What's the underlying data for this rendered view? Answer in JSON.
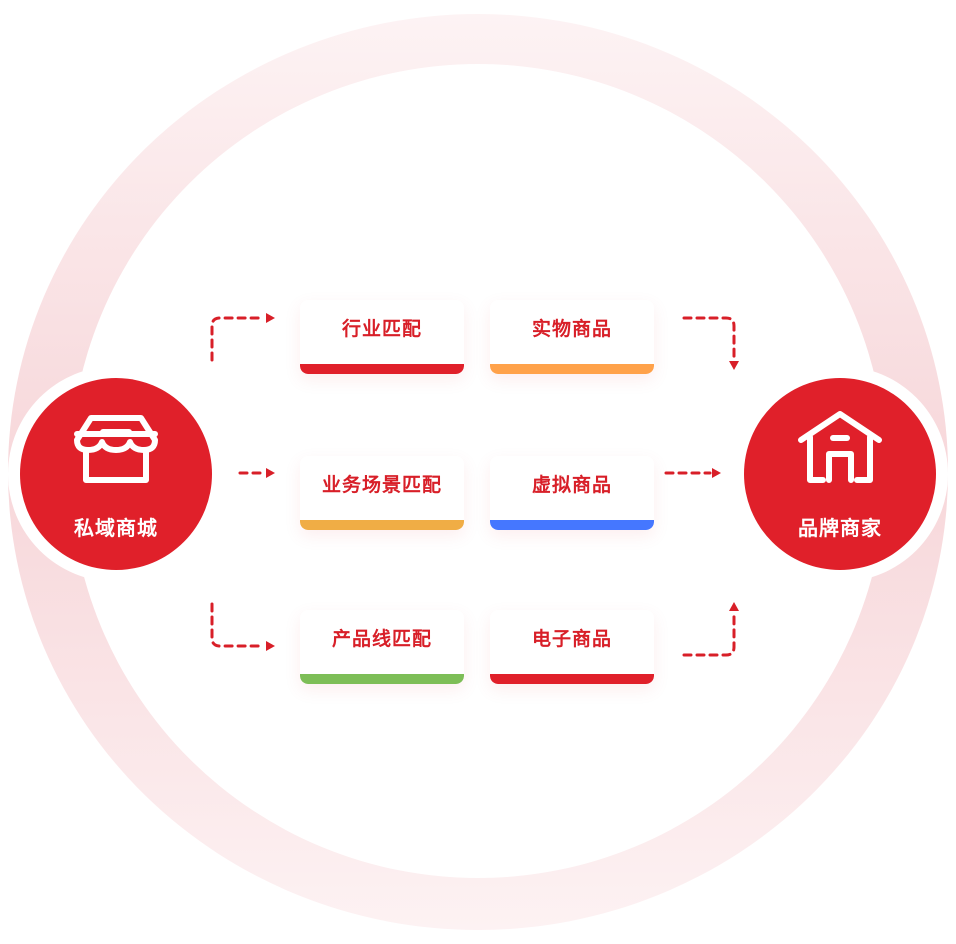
{
  "source_node": {
    "label": "私域商城",
    "icon": "storefront-icon"
  },
  "target_node": {
    "label": "品牌商家",
    "icon": "house-icon"
  },
  "cards": [
    {
      "label": "行业匹配",
      "bar_color": "#e0202a"
    },
    {
      "label": "实物商品",
      "bar_color": "#ffa24a"
    },
    {
      "label": "业务场景匹配",
      "bar_color": "#f0ad45"
    },
    {
      "label": "虚拟商品",
      "bar_color": "#4577ff"
    },
    {
      "label": "产品线匹配",
      "bar_color": "#7dbe57"
    },
    {
      "label": "电子商品",
      "bar_color": "#e0202a"
    }
  ],
  "colors": {
    "accent": "#e0202a",
    "arrow": "#d81f28",
    "ring": "#f7d7da"
  }
}
